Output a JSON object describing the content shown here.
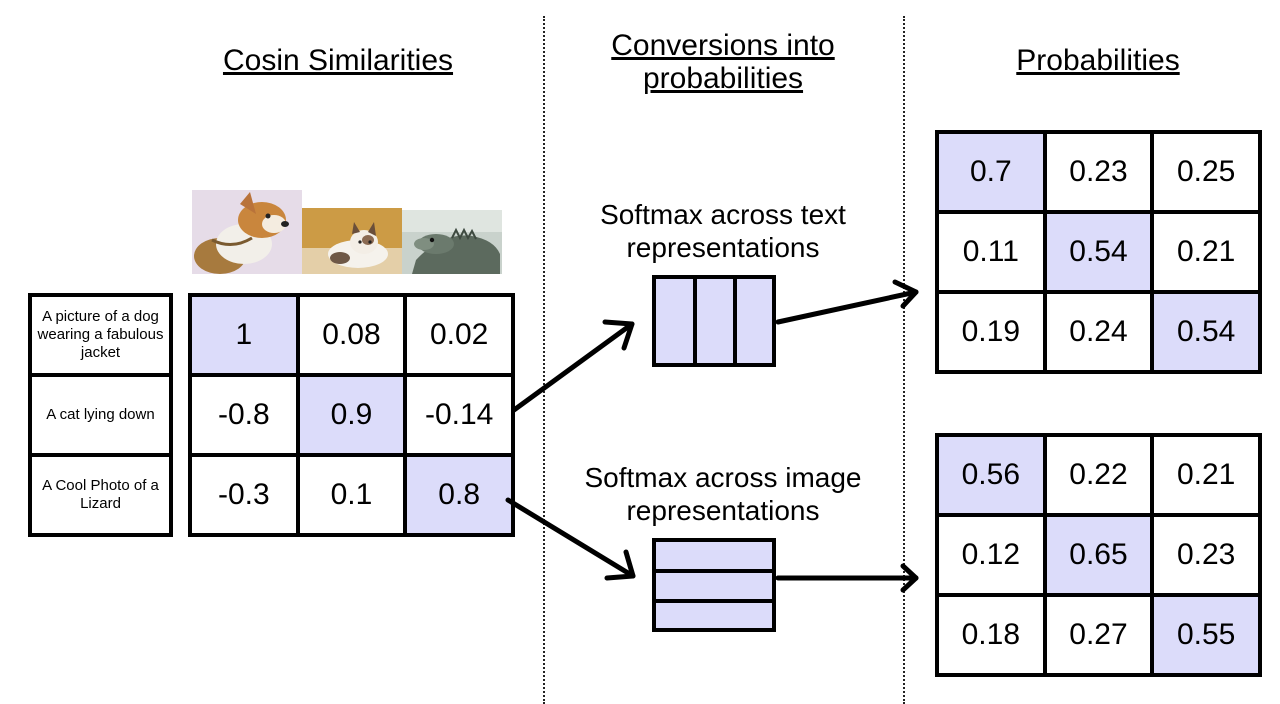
{
  "headings": {
    "cosine": "Cosin Similarities",
    "conversion_line1": "Conversions into",
    "conversion_line2": "probabilities",
    "probabilities": "Probabilities"
  },
  "softmax_text": {
    "line1": "Softmax across text",
    "line2": "representations"
  },
  "softmax_image": {
    "line1": "Softmax across image",
    "line2": "representations"
  },
  "images": [
    {
      "subject": "dog",
      "icon": "dog-photo"
    },
    {
      "subject": "cat",
      "icon": "cat-photo"
    },
    {
      "subject": "lizard",
      "icon": "lizard-photo"
    }
  ],
  "texts": [
    "A picture of a dog wearing a fabulous jacket",
    "A cat lying down",
    "A Cool Photo of a Lizard"
  ],
  "similarity": [
    [
      "1",
      "0.08",
      "0.02"
    ],
    [
      "-0.8",
      "0.9",
      "-0.14"
    ],
    [
      "-0.3",
      "0.1",
      "0.8"
    ]
  ],
  "prob_text": [
    [
      "0.7",
      "0.23",
      "0.25"
    ],
    [
      "0.11",
      "0.54",
      "0.21"
    ],
    [
      "0.19",
      "0.24",
      "0.54"
    ]
  ],
  "prob_image": [
    [
      "0.56",
      "0.22",
      "0.21"
    ],
    [
      "0.12",
      "0.65",
      "0.23"
    ],
    [
      "0.18",
      "0.27",
      "0.55"
    ]
  ],
  "colors": {
    "highlight": "#dcdcfa",
    "border": "#000000",
    "divider": "#222222"
  }
}
